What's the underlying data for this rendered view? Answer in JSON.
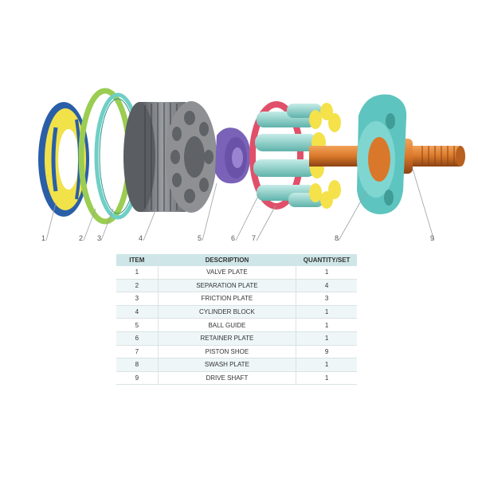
{
  "callouts": [
    "1",
    "2",
    "3",
    "4",
    "5",
    "6",
    "7",
    "8",
    "9"
  ],
  "table": {
    "headers": {
      "item": "ITEM",
      "description": "DESCRIPTION",
      "quantity": "QUANTITY/SET"
    },
    "rows": [
      {
        "item": "1",
        "description": "VALVE PLATE",
        "quantity": "1"
      },
      {
        "item": "2",
        "description": "SEPARATION PLATE",
        "quantity": "4"
      },
      {
        "item": "3",
        "description": "FRICTION PLATE",
        "quantity": "3"
      },
      {
        "item": "4",
        "description": "CYLINDER BLOCK",
        "quantity": "1"
      },
      {
        "item": "5",
        "description": "BALL GUIDE",
        "quantity": "1"
      },
      {
        "item": "6",
        "description": "RETAINER PLATE",
        "quantity": "1"
      },
      {
        "item": "7",
        "description": "PISTON SHOE",
        "quantity": "9"
      },
      {
        "item": "8",
        "description": "SWASH PLATE",
        "quantity": "1"
      },
      {
        "item": "9",
        "description": "DRIVE SHAFT",
        "quantity": "1"
      }
    ]
  },
  "colors": {
    "valve_plate": "#f2e24a",
    "valve_plate_rim": "#2a5fa8",
    "separation_plate": "#9acd52",
    "friction_plate": "#6ecfc6",
    "cylinder_block": "#8e9094",
    "ball_guide": "#7a62b8",
    "retainer_plate": "#e0506a",
    "piston": "#86cfc7",
    "piston_shoe": "#f5e14a",
    "swash_plate": "#5ec4bf",
    "drive_shaft": "#d9782a",
    "header_bg": "#cfe6e8"
  }
}
